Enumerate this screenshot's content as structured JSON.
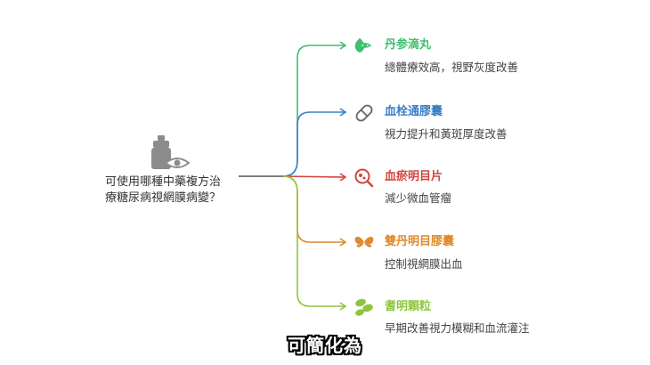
{
  "root": {
    "line1": "可使用哪種中藥複方治",
    "line2": "療糖尿病視網膜病變？"
  },
  "branches": [
    {
      "title": "丹参滴丸",
      "desc": "總體療效高，視野灰度改善",
      "color": "#3fbf6f",
      "icon": "leaf-eye-icon"
    },
    {
      "title": "血栓通膠囊",
      "desc": "視力提升和黃斑厚度改善",
      "color": "#3b7fc4",
      "icon": "capsule-icon"
    },
    {
      "title": "血瘀明目片",
      "desc": "減少微血管瘤",
      "color": "#d2453f",
      "icon": "magnifier-icon"
    },
    {
      "title": "雙丹明目膠囊",
      "desc": "控制視網膜出血",
      "color": "#e08a2c",
      "icon": "butterfly-icon"
    },
    {
      "title": "耆明顆粒",
      "desc": "早期改善視力模糊和血流灌注",
      "color": "#8cc63f",
      "icon": "granules-icon"
    }
  ],
  "subtitle": "可簡化為"
}
